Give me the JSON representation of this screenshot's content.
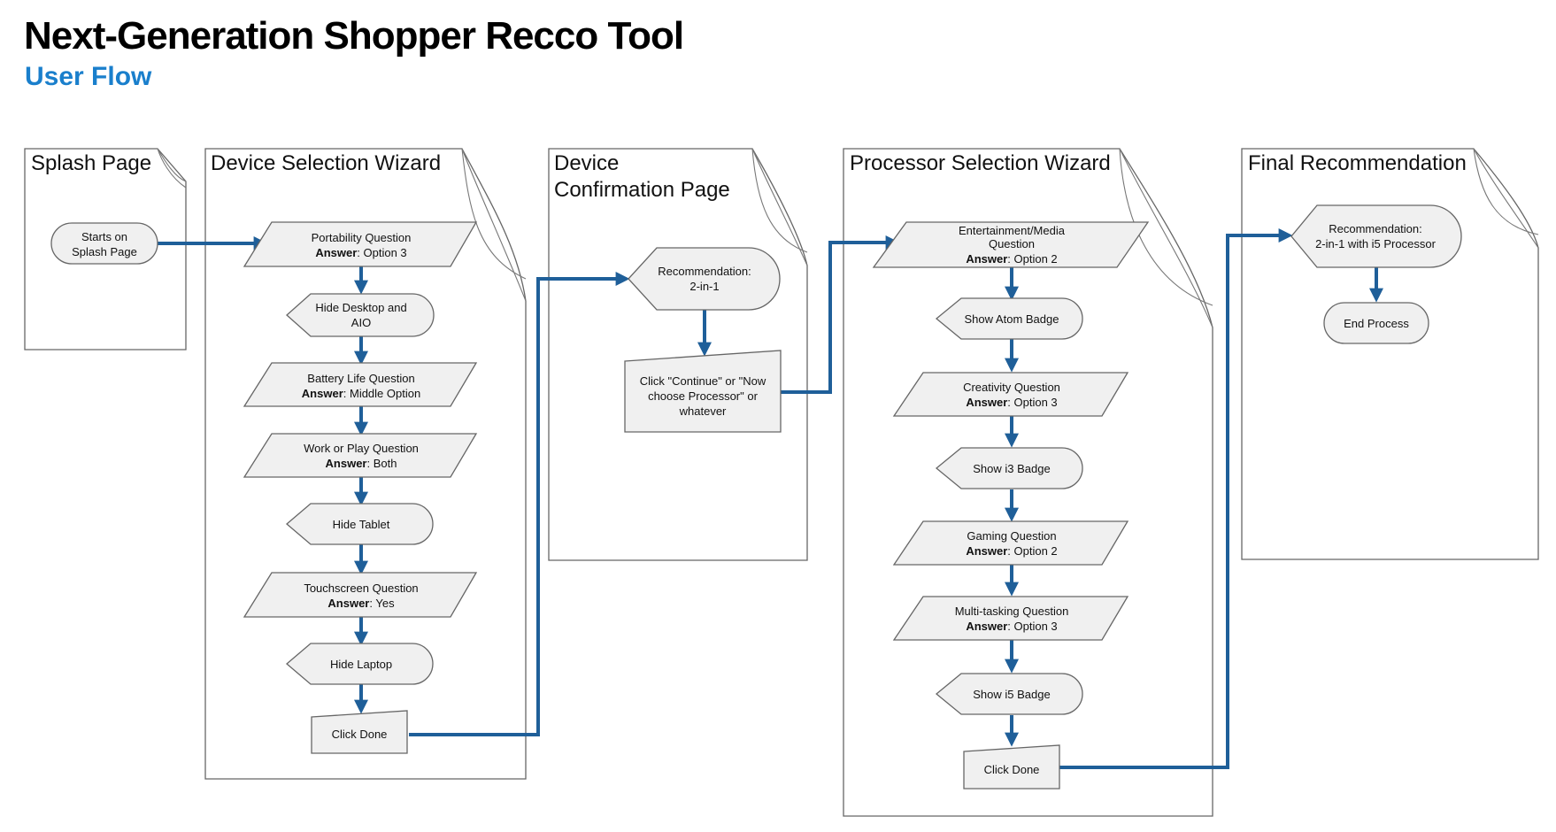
{
  "header": {
    "title": "Next-Generation Shopper Recco Tool",
    "subtitle": "User Flow"
  },
  "colors": {
    "accent": "#1a7fcc",
    "arrow": "#1f5f99",
    "node_fill": "#f0f0f0"
  },
  "pages": {
    "splash": {
      "title": "Splash Page"
    },
    "device_wizard": {
      "title": "Device Selection Wizard"
    },
    "device_confirm": {
      "title_line1": "Device",
      "title_line2": "Confirmation Page"
    },
    "processor_wizard": {
      "title": "Processor Selection Wizard"
    },
    "final": {
      "title": "Final Recommendation"
    }
  },
  "nodes": {
    "start": {
      "line1": "Starts on",
      "line2": "Splash Page"
    },
    "portability": {
      "question": "Portability Question",
      "answer_label": "Answer",
      "answer": ": Option 3"
    },
    "hide_desktop": {
      "line1": "Hide Desktop and",
      "line2": "AIO"
    },
    "battery": {
      "question": "Battery Life Question",
      "answer_label": "Answer",
      "answer": ": Middle Option"
    },
    "work_play": {
      "question": "Work or Play Question",
      "answer_label": "Answer",
      "answer": ": Both"
    },
    "hide_tablet": {
      "label": "Hide Tablet"
    },
    "touchscreen": {
      "question": "Touchscreen Question",
      "answer_label": "Answer",
      "answer": ": Yes"
    },
    "hide_laptop": {
      "label": "Hide Laptop"
    },
    "click_done_1": {
      "label": "Click Done"
    },
    "recommendation_1": {
      "line1": "Recommendation:",
      "line2": "2-in-1"
    },
    "click_continue": {
      "line1": "Click \"Continue\" or \"Now",
      "line2": "choose Processor\" or",
      "line3": "whatever"
    },
    "entertainment": {
      "line1": "Entertainment/Media",
      "line2": "Question",
      "answer_label": "Answer",
      "answer": ": Option 2"
    },
    "show_atom": {
      "label": "Show Atom Badge"
    },
    "creativity": {
      "question": "Creativity Question",
      "answer_label": "Answer",
      "answer": ": Option 3"
    },
    "show_i3": {
      "label": "Show i3 Badge"
    },
    "gaming": {
      "question": "Gaming Question",
      "answer_label": "Answer",
      "answer": ": Option 2"
    },
    "multitasking": {
      "question": "Multi-tasking Question",
      "answer_label": "Answer",
      "answer": ": Option 3"
    },
    "show_i5": {
      "label": "Show i5 Badge"
    },
    "click_done_2": {
      "label": "Click Done"
    },
    "recommendation_2": {
      "line1": "Recommendation:",
      "line2": "2-in-1 with i5 Processor"
    },
    "end_process": {
      "label": "End Process"
    }
  }
}
